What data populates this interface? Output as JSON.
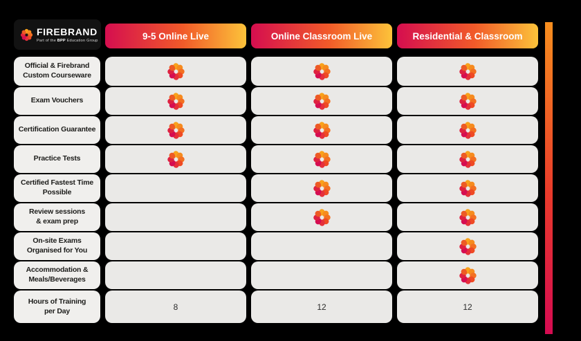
{
  "brand": {
    "name": "FIREBRAND",
    "tagline_prefix": "Part of the ",
    "tagline_bold": "BPP",
    "tagline_suffix": " Education Group"
  },
  "columns": [
    {
      "label": "9-5 Online Live"
    },
    {
      "label": "Online Classroom Live"
    },
    {
      "label": "Residential & Classroom"
    }
  ],
  "rows": [
    {
      "label": "Official & Firebrand\nCustom Courseware",
      "values": [
        "flame",
        "flame",
        "flame"
      ]
    },
    {
      "label": "Exam Vouchers",
      "values": [
        "flame",
        "flame",
        "flame"
      ]
    },
    {
      "label": "Certification Guarantee",
      "values": [
        "flame",
        "flame",
        "flame"
      ]
    },
    {
      "label": "Practice Tests",
      "values": [
        "flame",
        "flame",
        "flame"
      ]
    },
    {
      "label": "Certified Fastest Time\nPossible",
      "values": [
        "",
        "flame",
        "flame"
      ]
    },
    {
      "label": "Review sessions\n& exam prep",
      "values": [
        "",
        "flame",
        "flame"
      ]
    },
    {
      "label": "On-site Exams\nOrganised for You",
      "values": [
        "",
        "",
        "flame"
      ]
    },
    {
      "label": "Accommodation &\nMeals/Beverages",
      "values": [
        "",
        "",
        "flame"
      ]
    },
    {
      "label": "Hours of Training\nper Day",
      "values": [
        "8",
        "12",
        "12"
      ]
    }
  ],
  "chart_data": {
    "type": "table",
    "title": "Firebrand training options comparison",
    "columns": [
      "9-5 Online Live",
      "Online Classroom Live",
      "Residential & Classroom"
    ],
    "rows": [
      {
        "feature": "Official & Firebrand Custom Courseware",
        "values": [
          true,
          true,
          true
        ]
      },
      {
        "feature": "Exam Vouchers",
        "values": [
          true,
          true,
          true
        ]
      },
      {
        "feature": "Certification Guarantee",
        "values": [
          true,
          true,
          true
        ]
      },
      {
        "feature": "Practice Tests",
        "values": [
          true,
          true,
          true
        ]
      },
      {
        "feature": "Certified Fastest Time Possible",
        "values": [
          false,
          true,
          true
        ]
      },
      {
        "feature": "Review sessions & exam prep",
        "values": [
          false,
          true,
          true
        ]
      },
      {
        "feature": "On-site Exams Organised for You",
        "values": [
          false,
          false,
          true
        ]
      },
      {
        "feature": "Accommodation & Meals/Beverages",
        "values": [
          false,
          false,
          true
        ]
      },
      {
        "feature": "Hours of Training per Day",
        "values": [
          8,
          12,
          12
        ]
      }
    ],
    "included_marker": "firebrand-flame-icon"
  },
  "colors": {
    "header_gradient": [
      "#D50E4F",
      "#F15A29",
      "#FCC33A"
    ],
    "accent_bar_gradient": [
      "#F78E1E",
      "#EA3A2B",
      "#D50B51"
    ],
    "cell_bg": "#EAE9E7",
    "label_cell_bg": "#F0EFED",
    "label_text": "#1D1D1B",
    "value_text": "#2B2B2B",
    "header_text": "#FFFFFF",
    "flame_palette": [
      "#F9A11B",
      "#F68B1E",
      "#F37021",
      "#EF4A23",
      "#E5303A",
      "#D50D51",
      "#DE2140",
      "#ED5A25"
    ]
  }
}
